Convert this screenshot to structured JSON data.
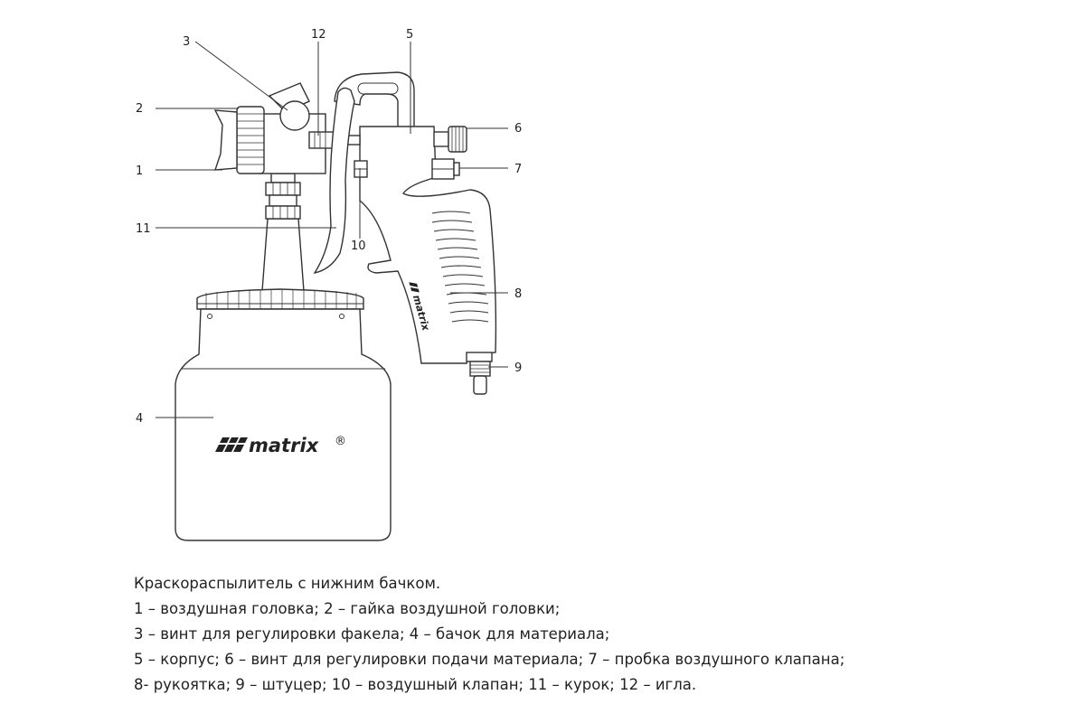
{
  "diagram": {
    "callouts": [
      "1",
      "2",
      "3",
      "4",
      "5",
      "6",
      "7",
      "8",
      "9",
      "10",
      "11",
      "12"
    ],
    "brand": "matrix",
    "brand_mark": "®"
  },
  "caption": {
    "title": "Краскораспылитель с нижним бачком.",
    "lines": [
      "1 – воздушная головка; 2 – гайка воздушной головки;",
      "3 – винт для регулировки факела; 4 – бачок для материала;",
      "5 – корпус; 6 – винт для регулировки подачи материала; 7 – пробка воздушного клапана;",
      "8- рукоятка; 9 – штуцер; 10 – воздушный клапан; 11 – курок; 12 – игла."
    ]
  }
}
